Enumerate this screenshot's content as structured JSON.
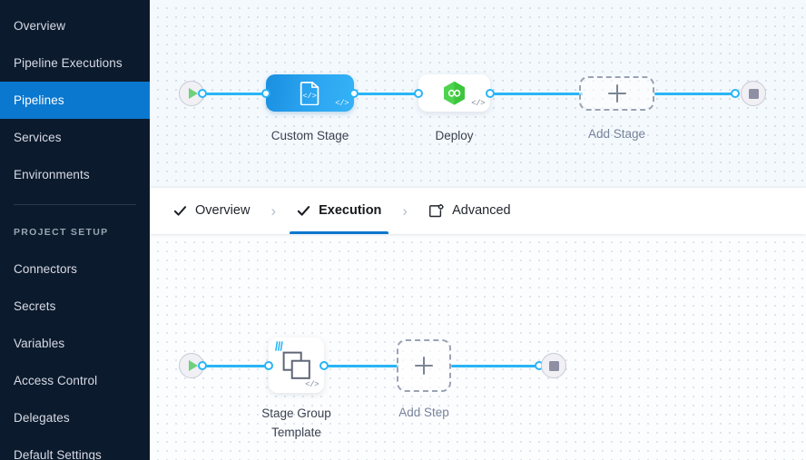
{
  "sidebar": {
    "items": [
      {
        "label": "Overview",
        "active": false
      },
      {
        "label": "Pipeline Executions",
        "active": false
      },
      {
        "label": "Pipelines",
        "active": true
      },
      {
        "label": "Services",
        "active": false
      },
      {
        "label": "Environments",
        "active": false
      }
    ],
    "section_title": "PROJECT SETUP",
    "setup_items": [
      {
        "label": "Connectors"
      },
      {
        "label": "Secrets"
      },
      {
        "label": "Variables"
      },
      {
        "label": "Access Control"
      },
      {
        "label": "Delegates"
      },
      {
        "label": "Default Settings"
      }
    ],
    "active_color": "#0b78cf",
    "background_color": "#0b1b2d"
  },
  "tabs": {
    "items": [
      {
        "label": "Overview",
        "icon": "check-icon",
        "active": false
      },
      {
        "label": "Execution",
        "icon": "check-icon",
        "active": true
      },
      {
        "label": "Advanced",
        "icon": "advanced-settings-icon",
        "active": false
      }
    ],
    "separator": "›",
    "active_underline_color": "#0b78cf"
  },
  "stage_canvas": {
    "start_node": "start-node",
    "end_node": "end-node",
    "nodes": [
      {
        "label": "Custom Stage",
        "type": "custom-stage",
        "icon": "code-template-icon",
        "template": true
      },
      {
        "label": "Deploy",
        "type": "deploy-stage",
        "icon": "cd-hexagon-icon",
        "template": true
      },
      {
        "label": "Add Stage",
        "type": "add-stage",
        "icon": "plus-icon"
      }
    ],
    "edge_color": "#29b5f6"
  },
  "step_canvas": {
    "start_node": "start-node",
    "end_node": "end-node",
    "nodes": [
      {
        "label": "Stage Group Template",
        "label_line1": "Stage Group",
        "label_line2": "Template",
        "type": "stage-group-template",
        "icon": "stacked-squares-icon",
        "template": true
      },
      {
        "label": "Add Step",
        "type": "add-step",
        "icon": "plus-icon"
      }
    ],
    "edge_color": "#29b5f6"
  }
}
